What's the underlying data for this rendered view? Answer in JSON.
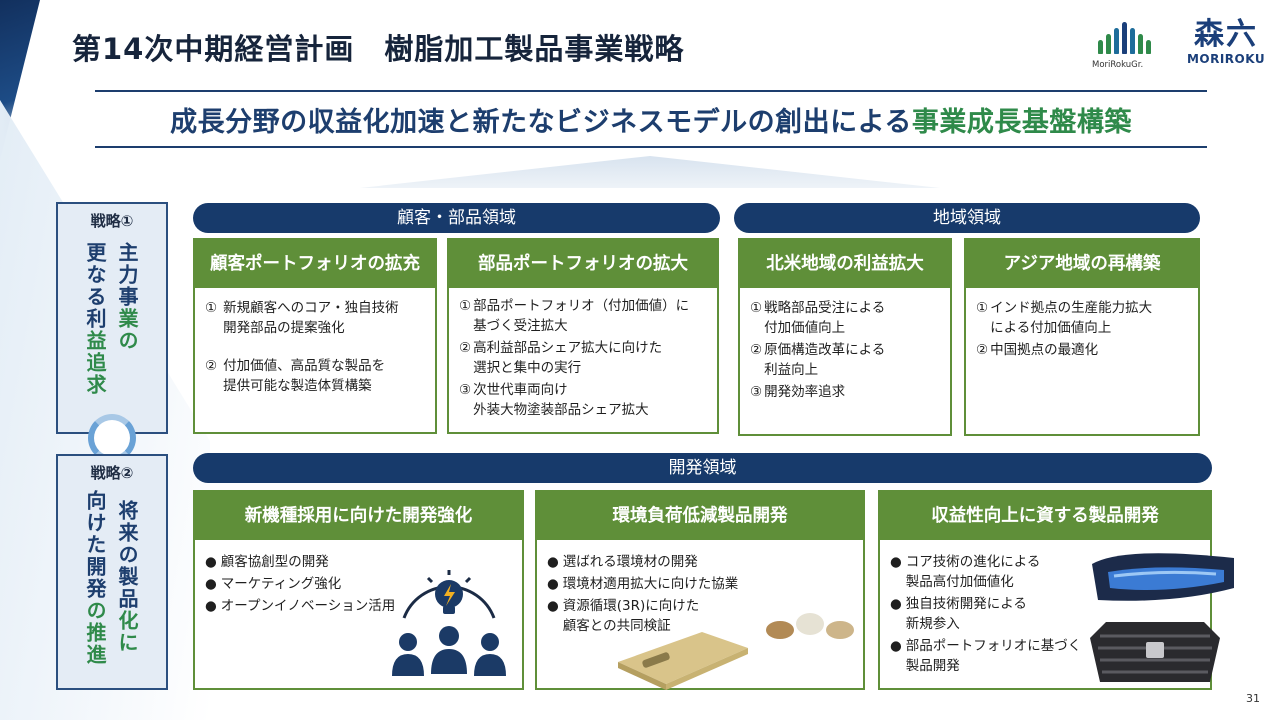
{
  "header": {
    "title": "第14次中期経営計画　樹脂加工製品事業戦略",
    "logo_group_text": "MoriRokuGr.",
    "logo_main_kanji": "森六",
    "logo_main_roman": "MORIROKU"
  },
  "headline": {
    "main": "成長分野の収益化加速と新たなビジネスモデルの創出による",
    "accent": "事業成長基盤構築"
  },
  "strategies": [
    {
      "label": "戦略①",
      "col_right": [
        "主",
        "力",
        "事",
        "業",
        "の"
      ],
      "col_left": [
        "更",
        "な",
        "る",
        "利",
        "益",
        "追",
        "求"
      ]
    },
    {
      "label": "戦略②",
      "col_right": [
        "将",
        "来",
        "の",
        "製",
        "品",
        "化",
        "に"
      ],
      "col_left": [
        "向",
        "け",
        "た",
        "開",
        "発",
        "の",
        "推",
        "進"
      ]
    }
  ],
  "sections": {
    "customer_parts": "顧客・部品領域",
    "region": "地域領域",
    "development": "開発領域"
  },
  "cards_top": [
    {
      "title": "顧客ポートフォリオの拡充",
      "items": [
        {
          "num": "①",
          "text": "新規顧客へのコア・独自技術\n開発部品の提案強化"
        },
        {
          "num": "②",
          "text": "付加価値、高品質な製品を\n提供可能な製造体質構築"
        }
      ]
    },
    {
      "title": "部品ポートフォリオの拡大",
      "items": [
        {
          "num": "①",
          "text": "部品ポートフォリオ（付加価値）に\n基づく受注拡大"
        },
        {
          "num": "②",
          "text": "高利益部品シェア拡大に向けた\n選択と集中の実行"
        },
        {
          "num": "③",
          "text": "次世代車両向け\n外装大物塗装部品シェア拡大"
        }
      ]
    },
    {
      "title": "北米地域の利益拡大",
      "items": [
        {
          "num": "①",
          "text": "戦略部品受注による\n付加価値向上"
        },
        {
          "num": "②",
          "text": "原価構造改革による\n利益向上"
        },
        {
          "num": "③",
          "text": "開発効率追求"
        }
      ]
    },
    {
      "title": "アジア地域の再構築",
      "items": [
        {
          "num": "①",
          "text": "インド拠点の生産能力拡大\nによる付加価値向上"
        },
        {
          "num": "②",
          "text": "中国拠点の最適化"
        }
      ]
    }
  ],
  "cards_bottom": [
    {
      "title": "新機種採用に向けた開発強化",
      "items": [
        "顧客協創型の開発",
        "マーケティング強化",
        "オープンイノベーション活用"
      ]
    },
    {
      "title": "環境負荷低減製品開発",
      "items": [
        "選ばれる環境材の開発",
        "環境材適用拡大に向けた協業",
        "資源循環(3R)に向けた\n顧客との共同検証"
      ]
    },
    {
      "title": "収益性向上に資する製品開発",
      "items": [
        "コア技術の進化による\n製品高付加価値化",
        "独自技術開発による\n新規参入",
        "部品ポートフォリオに基づく\n製品開発"
      ]
    }
  ],
  "bullet_char": "●",
  "page_number": "31",
  "colors": {
    "navy": "#173a6b",
    "green": "#5f8f39",
    "accent_green": "#2f8a4a"
  }
}
